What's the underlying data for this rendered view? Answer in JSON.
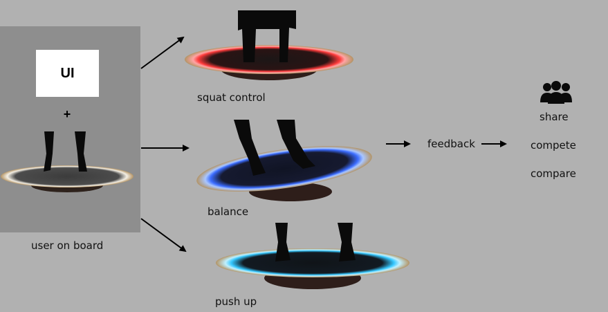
{
  "left_panel": {
    "ui_box_text": "UI",
    "plus_text": "+",
    "caption": "user on board"
  },
  "modes": [
    {
      "name": "squat control",
      "glow_color": "#ff3b3b"
    },
    {
      "name": "balance",
      "glow_color": "#3b6cff"
    },
    {
      "name": "push up",
      "glow_color": "#35c8ff"
    }
  ],
  "feedback_label": "feedback",
  "outcomes": {
    "icon": "people-group-icon",
    "items": [
      "share",
      "compete",
      "compare"
    ]
  },
  "colors": {
    "background": "#b1b1b1",
    "panel": "#8e8e8e",
    "board_wood": "#b39466",
    "board_base": "#3a2a24",
    "legs": "#0a0a0a",
    "arrows": "#000000"
  }
}
